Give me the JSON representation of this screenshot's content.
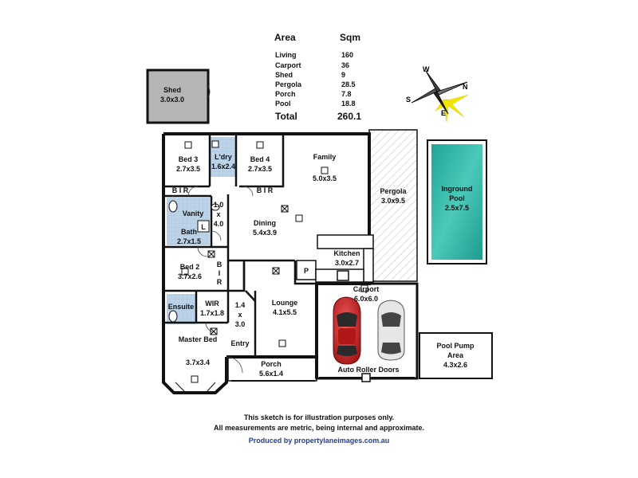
{
  "area_table": {
    "header_area": "Area",
    "header_sqm": "Sqm",
    "rows": [
      {
        "name": "Living",
        "sqm": "160"
      },
      {
        "name": "Carport",
        "sqm": "36"
      },
      {
        "name": "Shed",
        "sqm": "9"
      },
      {
        "name": "Pergola",
        "sqm": "28.5"
      },
      {
        "name": "Porch",
        "sqm": "7.8"
      },
      {
        "name": "Pool",
        "sqm": "18.8"
      }
    ],
    "total_label": "Total",
    "total_value": "260.1"
  },
  "compass": {
    "n": "N",
    "e": "E",
    "s": "S",
    "w": "W"
  },
  "rooms": {
    "shed": {
      "name": "Shed",
      "dims": "3.0x3.0"
    },
    "bed3": {
      "name": "Bed 3",
      "dims": "2.7x3.5"
    },
    "laundry": {
      "name": "L'dry",
      "dims": "1.6x2.4"
    },
    "bed4": {
      "name": "Bed 4",
      "dims": "2.7x3.5"
    },
    "family": {
      "name": "Family",
      "dims": "5.0x3.5"
    },
    "pergola": {
      "name": "Pergola",
      "dims": "3.0x9.5"
    },
    "pool": {
      "name": "Inground",
      "name2": "Pool",
      "dims": "2.5x7.5"
    },
    "bir1": "B I R",
    "bir2": "B I R",
    "bir3": "B I R",
    "hall1": {
      "w": "1.0",
      "x": "x",
      "h": "4.0"
    },
    "vanity": {
      "name": "Vanity"
    },
    "wc": {
      "name": "L"
    },
    "bath": {
      "name": "Bath",
      "dims": "2.7x1.5"
    },
    "dining": {
      "name": "Dining",
      "dims": "5.4x3.9"
    },
    "kitchen": {
      "name": "Kitchen",
      "dims": "3.0x2.7"
    },
    "pantry": {
      "name": "P"
    },
    "bed2": {
      "name": "Bed 2",
      "dims": "3.7x2.6"
    },
    "carport": {
      "name": "Carport",
      "dims": "6.0x6.0"
    },
    "ensuite": {
      "name": "Ensuite"
    },
    "wir": {
      "name": "WIR",
      "dims": "1.7x1.8"
    },
    "hall2": {
      "w": "1.4",
      "x": "x",
      "h": "3.0"
    },
    "lounge": {
      "name": "Lounge",
      "dims": "4.1x5.5"
    },
    "entry": {
      "name": "Entry"
    },
    "master": {
      "name": "Master Bed",
      "dims": "3.7x3.4"
    },
    "porch": {
      "name": "Porch",
      "dims": "5.6x1.4"
    },
    "doors": {
      "name": "Auto Roller Doors"
    },
    "pump": {
      "name": "Pool Pump",
      "name2": "Area",
      "dims": "4.3x2.6"
    }
  },
  "footer": {
    "line1": "This sketch is for illustration purposes only.",
    "line2": "All measurements are metric, being internal and approximate.",
    "credit": "Produced by propertylaneimages.com.au"
  },
  "colors": {
    "wall": "#111111",
    "wet_tile": "#bcd3e8",
    "pool_water": "#2fb5a8",
    "car_red": "#c81e1e",
    "pergola_hatch": "#bbbbbb",
    "credit_blue": "#23408e",
    "shed_fill": "#b5b5b5",
    "star": "#f2e600"
  }
}
